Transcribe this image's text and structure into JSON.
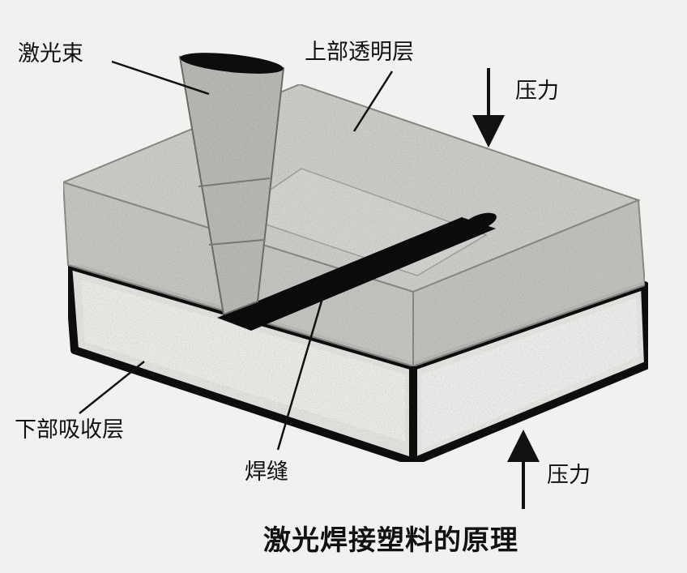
{
  "diagram": {
    "labels": {
      "laser_beam": "激光束",
      "upper_transparent_layer": "上部透明层",
      "pressure_top": "压力",
      "lower_absorbing_layer": "下部吸收层",
      "weld_seam": "焊缝",
      "pressure_bottom": "压力"
    },
    "caption": "激光焊接塑料的原理"
  }
}
